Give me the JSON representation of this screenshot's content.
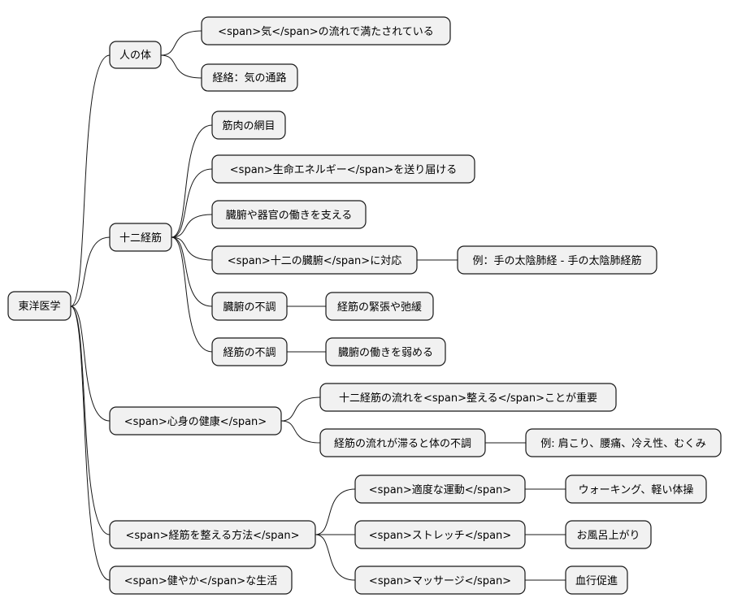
{
  "diagram": {
    "root": "東洋医学",
    "nodes": {
      "body": "人の体",
      "body_ki": "<span>気</span>の流れで満たされている",
      "body_meridian": "経絡：気の通路",
      "twelve": "十二経筋",
      "twelve_net": "筋肉の網目",
      "twelve_send": "<span>生命エネルギー</span>を送り届ける",
      "twelve_support": "臓腑や器官の働きを支える",
      "twelve_corr": "<span>十二の臓腑</span>に対応",
      "twelve_example": "例：手の太陰肺経 - 手の太陰肺経筋",
      "twelve_organ_dis": "臓腑の不調",
      "twelve_organ_eff": "経筋の緊張や弛緩",
      "twelve_muscle_dis": "経筋の不調",
      "twelve_muscle_eff": "臓腑の働きを弱める",
      "health": "<span>心身の健康</span>",
      "health_flow": "十二経筋の流れを<span>整える</span>ことが重要",
      "health_stag": "経筋の流れが滞ると体の不調",
      "health_example": "例: 肩こり、腰痛、冷え性、むくみ",
      "method": "<span>経筋を整える方法</span>",
      "method_exercise": "<span>適度な運動</span>",
      "method_walk": "ウォーキング、軽い体操",
      "method_stretch": "<span>ストレッチ</span>",
      "method_bath": "お風呂上がり",
      "method_massage": "<span>マッサージ</span>",
      "method_blood": "血行促進",
      "life": "<span>健やか</span>な生活"
    }
  }
}
